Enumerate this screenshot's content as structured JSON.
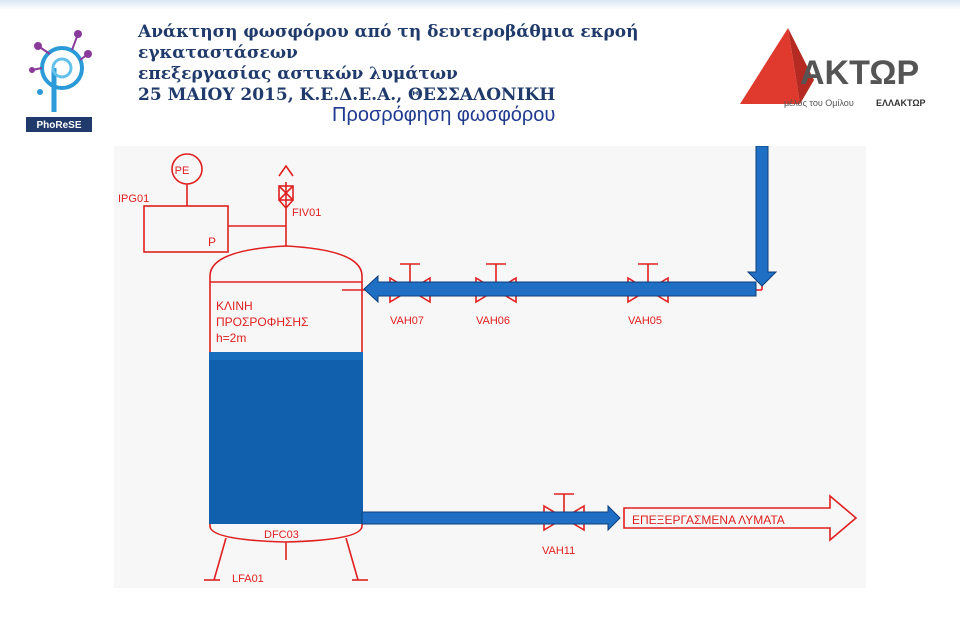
{
  "header": {
    "title_lines": [
      "Ανάκτηση φωσφόρου από τη δευτεροβάθμια εκροή εγκαταστάσεων",
      "επεξεργασίας αστικών λυμάτων",
      "25 ΜΑΙΟΥ 2015, Κ.Ε.Δ.Ε.Α., ΘΕΣΣΑΛΟΝΙΚΗ"
    ],
    "subtitle": "Προσρόφηση φωσφόρου"
  },
  "logos": {
    "left_text": "PhoReSE",
    "right_brand": "ΑΚΤΩΡ",
    "right_tagline_prefix": "μέλος του Ομίλου",
    "right_tagline_brand": "ΕΛΛΑΚΤΩΡ"
  },
  "diagram": {
    "instrument_top": "PE",
    "instrument_box": "IPG01",
    "instrument_p": "P",
    "valve_top": "FIV01",
    "bed_lines": [
      "ΚΛΙΝΗ",
      "ΠΡΟΣΡΟΦΗΣΗΣ",
      "h=2m"
    ],
    "valves": [
      "VAH07",
      "VAH06",
      "VAH05",
      "VAH11"
    ],
    "drain": "DFC03",
    "legs": "LFA01",
    "outlet": "ΕΠΕΞΕΡΓΑΣΜΕΝΑ ΛΥΜΑΤΑ"
  },
  "colors": {
    "title": "#1f3a6b",
    "subtitle": "#1f3a8f",
    "pipe_red": "#e02020",
    "flow_blue": "#1f6fc4",
    "bed_blue": "#1060ad"
  }
}
